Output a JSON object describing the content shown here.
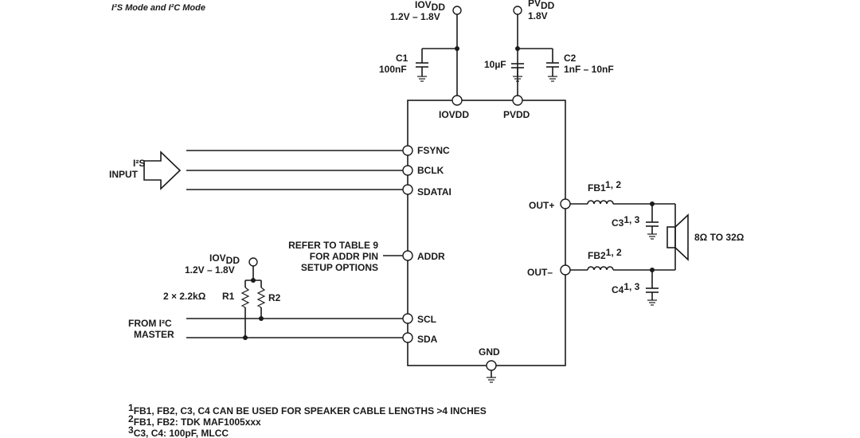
{
  "header": {
    "title": "I²S Mode and I²C Mode"
  },
  "supplies": {
    "iovdd_name": "IOV",
    "iovdd_sub": "DD",
    "iovdd_range": "1.2V – 1.8V",
    "pvdd_name": "PV",
    "pvdd_sub": "DD",
    "pvdd_value": "1.8V"
  },
  "caps": {
    "c1_name": "C1",
    "c1_value": "100nF",
    "c_bulk_value": "10µF",
    "c2_name": "C2",
    "c2_value": "1nF – 10nF"
  },
  "chip": {
    "iovdd_pin": "IOVDD",
    "pvdd_pin": "PVDD",
    "fsync_pin": "FSYNC",
    "bclk_pin": "BCLK",
    "sdatai_pin": "SDATAI",
    "addr_pin": "ADDR",
    "scl_pin": "SCL",
    "sda_pin": "SDA",
    "gnd_pin": "GND",
    "outp_pin": "OUT+",
    "outn_pin": "OUT–"
  },
  "input": {
    "line1": "I²S",
    "line2": "INPUT"
  },
  "addr_note": {
    "line1": "REFER TO TABLE 9",
    "line2": "FOR ADDR PIN",
    "line3": "SETUP OPTIONS"
  },
  "pullups": {
    "iovdd_name": "IOV",
    "iovdd_sub": "DD",
    "iovdd_range": "1.2V – 1.8V",
    "value": "2 × 2.2kΩ",
    "r1": "R1",
    "r2": "R2"
  },
  "master": {
    "line1": "FROM I²C",
    "line2": "MASTER"
  },
  "output": {
    "fb1": "FB1",
    "fb1_sup": "1, 2",
    "fb2": "FB2",
    "fb2_sup": "1, 2",
    "c3": "C3",
    "c3_sup": "1, 3",
    "c4": "C4",
    "c4_sup": "1, 3",
    "speaker": "8Ω TO 32Ω"
  },
  "notes": {
    "n1_sup": "1",
    "n1": "FB1, FB2, C3, C4 CAN BE USED FOR SPEAKER CABLE LENGTHS >4 INCHES",
    "n2_sup": "2",
    "n2": "FB1, FB2: TDK MAF1005xxx",
    "n3_sup": "3",
    "n3": "C3, C4: 100pF, MLCC"
  }
}
